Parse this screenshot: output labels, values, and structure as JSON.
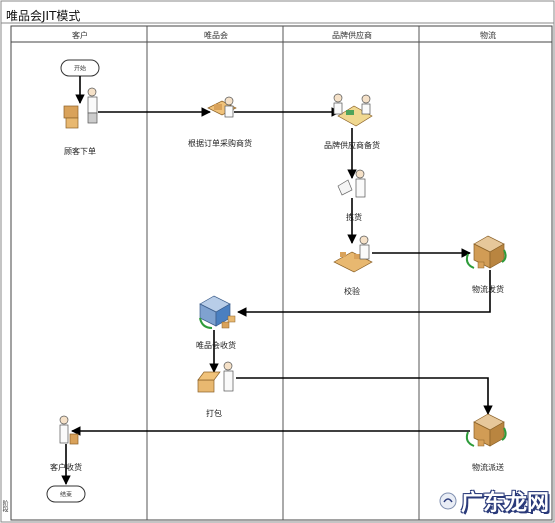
{
  "title": "唯品会JIT模式",
  "lanes": [
    "客户",
    "唯品会",
    "品牌供应商",
    "物流"
  ],
  "start_label": "开始",
  "end_label": "结束",
  "nodes": {
    "customer_order": "顾客下单",
    "vip_purchase": "根据订单采购商货",
    "supplier_stock": "品牌供应商备货",
    "packing": "拣货",
    "checking": "校验",
    "logistics_ship": "物流发货",
    "vip_receive": "唯品会收货",
    "repack": "打包",
    "logistics_deliver": "物流派送",
    "customer_receive": "客户收货"
  },
  "side_label": "阶段",
  "watermark": "广东龙网",
  "colors": {
    "line": "#000000",
    "border": "#444444",
    "lane_line": "#666666",
    "box": "#d9a25a",
    "accent_green": "#2d9b3a",
    "accent_blue": "#4a7fc0"
  }
}
